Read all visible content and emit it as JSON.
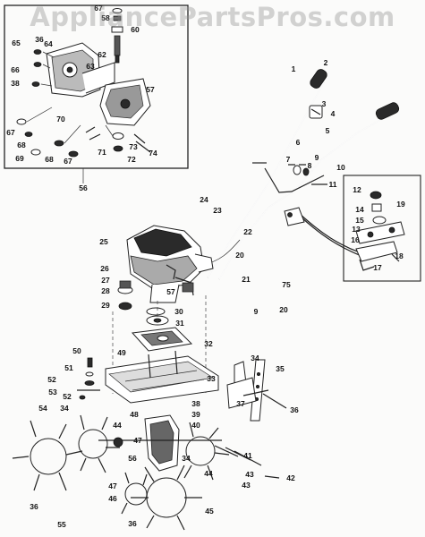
{
  "watermark": "AppliancePartsPros.com",
  "inset_label": "56",
  "callouts": {
    "c1": "1",
    "c2": "2",
    "c3": "3",
    "c4": "4",
    "c5": "5",
    "c6": "6",
    "c7": "7",
    "c8": "8",
    "c9": "9",
    "c10": "10",
    "c11": "11",
    "c12": "12",
    "c13": "13",
    "c14": "14",
    "c15": "15",
    "c16": "16",
    "c17": "17",
    "c18": "18",
    "c19": "19",
    "c20a": "20",
    "c20b": "20",
    "c21": "21",
    "c22": "22",
    "c23": "23",
    "c24": "24",
    "c25": "25",
    "c26": "26",
    "c27": "27",
    "c28": "28",
    "c29": "29",
    "c30": "30",
    "c31": "31",
    "c32": "32",
    "c33": "33",
    "c34a": "34",
    "c34b": "34",
    "c34c": "34",
    "c35": "35",
    "c36a": "36",
    "c36b": "36",
    "c36c": "36",
    "c37": "37",
    "c38a": "38",
    "c39": "39",
    "c40": "40",
    "c41": "41",
    "c42": "42",
    "c43a": "43",
    "c43b": "43",
    "c44a": "44",
    "c44b": "44",
    "c45": "45",
    "c46": "46",
    "c47a": "47",
    "c47b": "47",
    "c48": "48",
    "c49": "49",
    "c50": "50",
    "c51": "51",
    "c52a": "52",
    "c52b": "52",
    "c53": "53",
    "c54": "54",
    "c55": "55",
    "c56": "56",
    "c57": "57",
    "c9b": "9",
    "c75": "75",
    "i67a": "67",
    "i58": "58",
    "i60": "60",
    "i62": "62",
    "i36": "36",
    "i65": "65",
    "i66": "66",
    "i38": "38",
    "i64": "64",
    "i63": "63",
    "i57": "57",
    "i70": "70",
    "i71": "71",
    "i73": "73",
    "i74": "74",
    "i72": "72",
    "i67b": "67",
    "i68a": "68",
    "i69": "69",
    "i68b": "68",
    "i67c": "67"
  }
}
